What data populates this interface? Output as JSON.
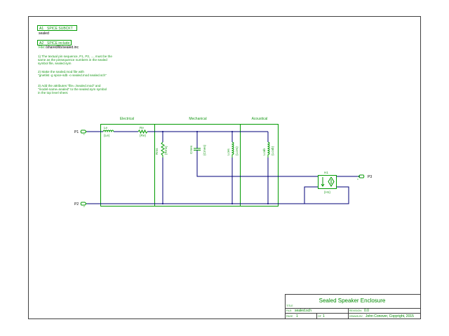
{
  "attributes": {
    "a1_tag": "A1",
    "a1_label": "SPICE SUBCKT",
    "a1_value": "sealed",
    "a2_tag": "A2",
    "a2_label": "SPICE include",
    "a2_value_prefix": "File:",
    "a2_value": "/shared/lib/sealed.inc"
  },
  "notes": [
    "1) The textual pin sequence, P1, P2, ..., must be the",
    "same as the pinsequence numbers in the sealed",
    "symbol file, sealed.sym",
    "2) Make the sealed.mod file with",
    "\"gnetlist -g spice-sdb -o sealed.mod sealed.sch\"",
    "3) Add the attributes \"file=./sealed.mod\" and",
    "\"model-name=sealed\" to the sealed.sym symbol",
    "in the top level sheet."
  ],
  "domains": {
    "electrical": "Electrical",
    "mechanical": "Mechanical",
    "acoustical": "Acoustical"
  },
  "components": {
    "le_name": "Le",
    "le_value": "{Le}",
    "re_name": "Re",
    "re_value": "{Re}",
    "rms_name": "Rms",
    "rms_value": "{Rms}",
    "cmes_name": "Cmes",
    "cmes_value": "{Cmes}",
    "lces_name": "Lces",
    "lces_value": "{Lces}",
    "lcab_name": "Lcab",
    "lcab_value": "{Lcab}",
    "h1_name": "H1",
    "h1_value": "{H1}"
  },
  "ports": {
    "p1": "P1",
    "p1_sub": "1",
    "p2": "P2",
    "p2_sub": "2",
    "p3": "P3",
    "p3_sub": "3"
  },
  "title_block": {
    "title": "Sealed Speaker Enclosure",
    "title_label": "TITLE",
    "file_label": "FILE:",
    "file": "sealed.sch",
    "page_label": "PAGE",
    "page": "1",
    "of_label": "OF",
    "of": "1",
    "revision_label": "REVISION:",
    "revision": "0.0",
    "drawn_by_label": "DRAWN BY:",
    "drawn_by": "John Conover, Copyright, 2015"
  },
  "colors": {
    "component": "#009a00",
    "wire": "#00007a",
    "frame": "#404040"
  }
}
